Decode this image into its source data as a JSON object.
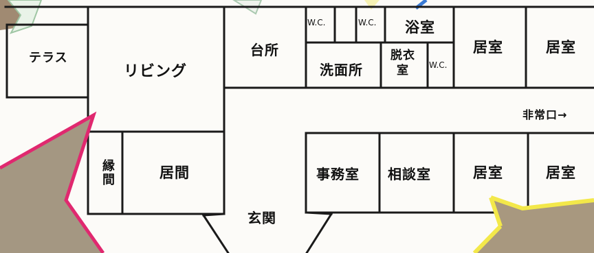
{
  "floorplan": {
    "rooms": {
      "terrace": "テラス",
      "living": "リビング",
      "kitchen": "台所",
      "wc1": "W.C.",
      "wc2": "W.C.",
      "wc3": "W.C.",
      "bathroom": "浴室",
      "washroom": "洗面所",
      "dressing": "脱衣室",
      "bedroom1": "居室",
      "bedroom2": "居室",
      "bedroom3": "居室",
      "bedroom4": "居室",
      "engawa": "縁間",
      "sitting_room": "居間",
      "office": "事務室",
      "consultation": "相談室",
      "entrance": "玄関"
    },
    "emergency_exit": "非常口→"
  },
  "colors": {
    "wall": "#1a1a1a",
    "pink_frame": "#e0286f",
    "yellow_frame": "#f3e84a",
    "blue_mark": "#3a7bd5",
    "brown_photo": "#9b8e7a"
  }
}
